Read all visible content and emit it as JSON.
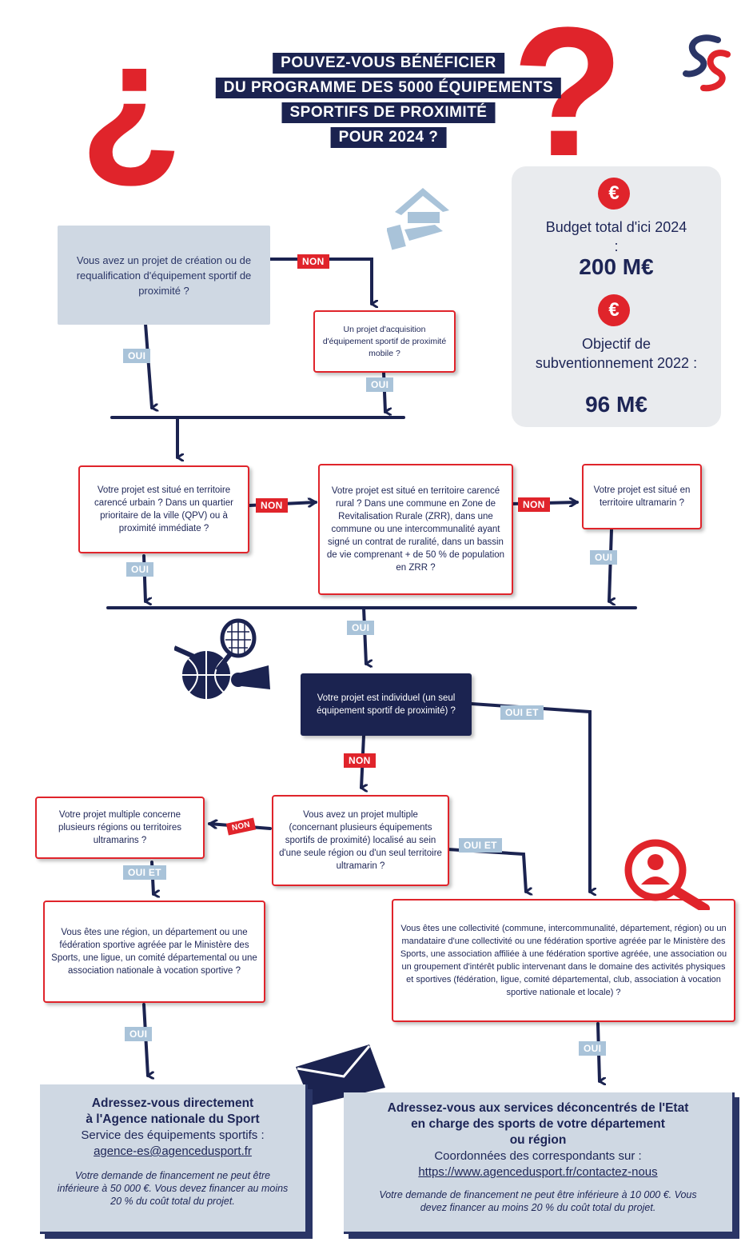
{
  "title": {
    "line1": "POUVEZ-VOUS BÉNÉFICIER",
    "line2": "DU PROGRAMME DES 5000 ÉQUIPEMENTS",
    "line3": "SPORTIFS DE PROXIMITÉ",
    "line4": "POUR 2024 ?"
  },
  "budget": {
    "euro_symbol": "€",
    "budget_label": "Budget total d'ici 2024 :",
    "budget_value": "200 M€",
    "objective_label": "Objectif de subventionnement 2022 :",
    "objective_value": "96 M€"
  },
  "boxes": {
    "q1": "Vous avez un projet de création ou de requalification d'équipement sportif de proximité ?",
    "q_mobile": "Un projet d'acquisition d'équipement sportif de proximité mobile ?",
    "q_urbain": "Votre projet est situé en territoire carencé urbain ? Dans un quartier prioritaire de la ville (QPV) ou à proximité immédiate ?",
    "q_rural": "Votre projet est situé en territoire carencé rural ? Dans une commune en Zone de Revitalisation Rurale (ZRR), dans une commune ou une intercommunalité ayant signé un contrat de ruralité, dans un bassin de vie comprenant + de 50 % de population en ZRR ?",
    "q_ultramarin": "Votre projet est situé en territoire ultramarin ?",
    "q_individuel": "Votre projet est individuel (un seul équipement sportif de proximité) ?",
    "q_multiple": "Vous avez un projet multiple (concernant plusieurs équipements sportifs de proximité) localisé au sein d'une seule région ou d'un seul territoire ultramarin ?",
    "q_plusieurs": "Votre projet multiple concerne plusieurs régions ou territoires ultramarins ?",
    "q_region": "Vous êtes une région, un département ou une fédération sportive agréée par le Ministère des Sports, une ligue, un comité départemental ou une association nationale à vocation sportive ?",
    "q_collectivite": "Vous êtes une collectivité (commune, intercommunalité, département, région) ou un mandataire d'une collectivité ou une fédération sportive agréée par le Ministère des Sports, une association affiliée à une fédération sportive agréée, une association ou un groupement d'intérêt public intervenant dans le domaine des activités physiques et sportives (fédération, ligue, comité départemental, club, association à vocation sportive nationale et locale) ?"
  },
  "tags": {
    "non": "NON",
    "oui": "OUI",
    "oui_et": "OUI ET"
  },
  "final_left": {
    "heading1": "Adressez-vous directement",
    "heading2": "à l'Agence nationale du Sport",
    "service": "Service des équipements sportifs :",
    "email": "agence-es@agencedusport.fr",
    "note": "Votre demande de financement ne peut être inférieure à 50 000 €. Vous devez financer au moins 20 % du coût total du projet."
  },
  "final_right": {
    "heading1": "Adressez-vous aux services déconcentrés de l'Etat",
    "heading2": "en charge des sports de votre département",
    "heading3": "ou région",
    "coord": "Coordonnées des correspondants sur :",
    "url": "https://www.agencedusport.fr/contactez-nous",
    "note": "Votre demande de financement ne peut être inférieure à 10 000 €. Vous devez financer au moins 20 % du coût total du projet."
  },
  "colors": {
    "navy": "#1b2350",
    "red": "#e0242b",
    "light_blue": "#a9c3d9",
    "grey_box": "#cfd8e3"
  }
}
